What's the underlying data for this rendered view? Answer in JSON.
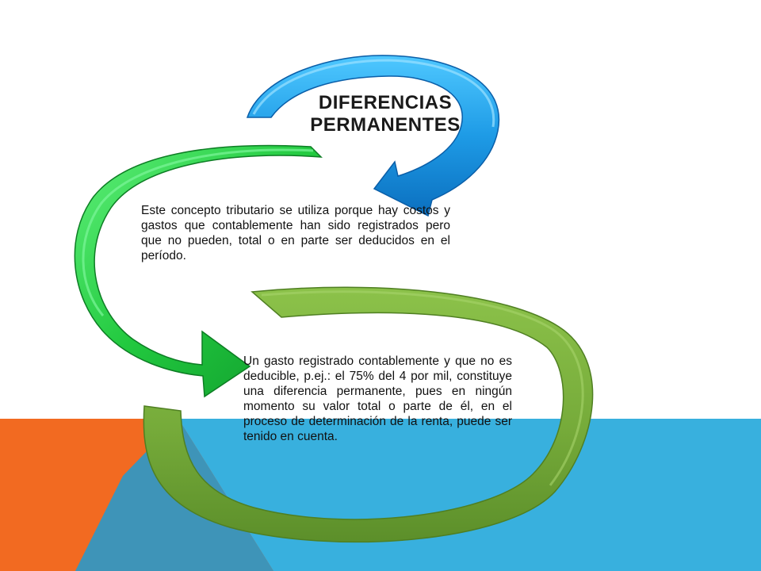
{
  "slide": {
    "title": "DIFERENCIAS PERMANENTES",
    "paragraph_1": "Este concepto tributario se utiliza porque hay costos y gastos que contablemente han sido registrados pero que no pueden, total o en parte ser deducidos en el período.",
    "paragraph_2": "Un gasto registrado contablemente y que no es deducible, p.ej.: el 75% del 4 por mil, constituye una diferencia permanente, pues en ningún momento su valor total o parte de él, en el proceso de determinación de la renta, puede ser tenido en cuenta."
  },
  "colors": {
    "orange": "#f26a21",
    "sky_blue": "#38b0de",
    "steel_blue": "#3e94b8",
    "arrow_blue": "#1e9be6",
    "arrow_green": "#2ccf45",
    "arrow_olive": "#7ab03e"
  },
  "icons": [
    "blue-curved-arrow",
    "green-curved-arrow",
    "olive-ring-arrow"
  ]
}
